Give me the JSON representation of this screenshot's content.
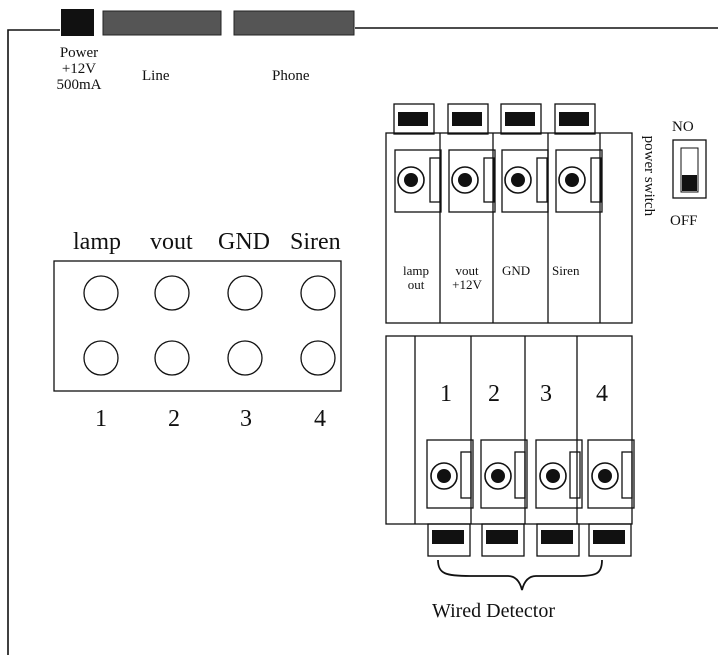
{
  "top_ports": {
    "power_lines": [
      "Power",
      "+12V",
      "500mA"
    ],
    "line": "Line",
    "phone": "Phone"
  },
  "power_switch": {
    "title": "power switch",
    "on": "NO",
    "off": "OFF"
  },
  "panel": {
    "top_labels": [
      "lamp",
      "vout",
      "GND",
      "Siren"
    ],
    "numbers": [
      "1",
      "2",
      "3",
      "4"
    ]
  },
  "output_block": {
    "labels": [
      {
        "line1": "lamp",
        "line2": "out"
      },
      {
        "line1": "vout",
        "line2": "+12V"
      },
      {
        "line1": "GND",
        "line2": ""
      },
      {
        "line1": "Siren",
        "line2": ""
      }
    ]
  },
  "detector_block": {
    "numbers": [
      "1",
      "2",
      "3",
      "4"
    ],
    "caption": "Wired Detector"
  }
}
